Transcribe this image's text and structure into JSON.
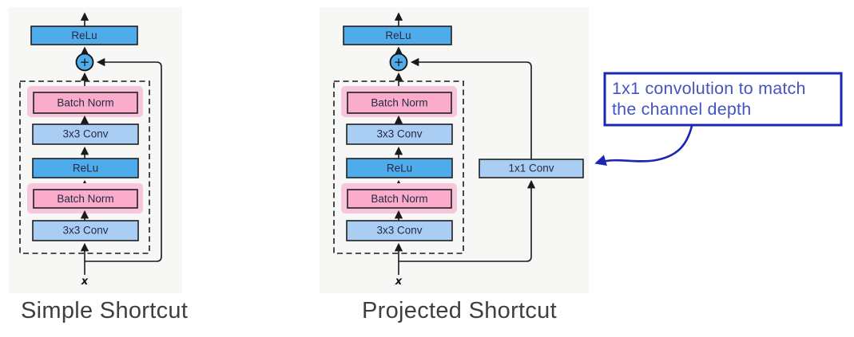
{
  "captions": {
    "left": "Simple Shortcut",
    "right": "Projected Shortcut"
  },
  "labels": {
    "relu": "ReLu",
    "batch_norm": "Batch Norm",
    "conv3x3": "3x3 Conv",
    "conv1x1": "1x1 Conv",
    "plus": "+",
    "input": "x"
  },
  "annotation": {
    "line1": "1x1 convolution to match",
    "line2": "the channel depth"
  },
  "colors": {
    "panel_bg": "#f7f7f6",
    "medium_blue": "#4fabe9",
    "light_blue": "#aacdf4",
    "pink": "#fbaccb",
    "pink_glow": "#f8c6dc",
    "line_dark": "#1a1a1a",
    "annotation_blue": "#1a27b4",
    "annotation_text": "#4454c4",
    "caption_text": "#3f3f3f"
  }
}
